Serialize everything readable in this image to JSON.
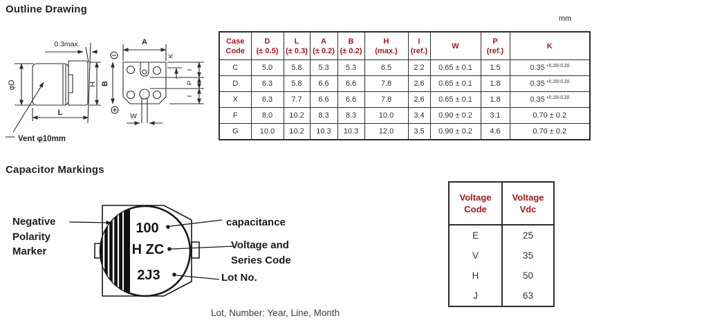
{
  "titles": {
    "outline": "Outline Drawing",
    "markings": "Capacitor Markings"
  },
  "unit_label": "mm",
  "outline_labels": {
    "gap": "0.3max.",
    "phi_d": "φD",
    "h": "H",
    "l": "L",
    "vent": "Vent φ10mm",
    "a": "A",
    "b": "B",
    "k": "K",
    "w": "W",
    "i_top": "I",
    "p": "P",
    "i_bottom": "I",
    "minus": "−",
    "plus": "+"
  },
  "dimension_table": {
    "columns": [
      {
        "line1": "Case",
        "line2": "Code"
      },
      {
        "line1": "D",
        "line2": "(± 0.5)"
      },
      {
        "line1": "L",
        "line2": "(± 0.3)"
      },
      {
        "line1": "A",
        "line2": "(± 0.2)"
      },
      {
        "line1": "B",
        "line2": "(± 0.2)"
      },
      {
        "line1": "H",
        "line2": "(max.)"
      },
      {
        "line1": "I",
        "line2": "(ref.)"
      },
      {
        "line1": "W",
        "line2": ""
      },
      {
        "line1": "P",
        "line2": "(ref.)"
      },
      {
        "line1": "K",
        "line2": ""
      }
    ],
    "rows": [
      [
        "C",
        "5.0",
        "5.8",
        "5.3",
        "5.3",
        "6.5",
        "2.2",
        "0.65 ± 0.1",
        "1.5",
        {
          "t": "0.35",
          "sup": "+0.15/-0.20"
        }
      ],
      [
        "D",
        "6.3",
        "5.8",
        "6.6",
        "6.6",
        "7.8",
        "2.6",
        "0.65 ± 0.1",
        "1.8",
        {
          "t": "0.35",
          "sup": "+0.15/-0.20"
        }
      ],
      [
        "X",
        "6.3",
        "7.7",
        "6.6",
        "6.6",
        "7.8",
        "2.6",
        "0.65 ± 0.1",
        "1.8",
        {
          "t": "0.35",
          "sup": "+0.15/-0.20"
        }
      ],
      [
        "F",
        "8.0",
        "10.2",
        "8.3",
        "8.3",
        "10.0",
        "3.4",
        "0.90 ± 0.2",
        "3.1",
        "0.70 ± 0.2"
      ],
      [
        "G",
        "10.0",
        "10.2",
        "10.3",
        "10.3",
        "12.0",
        "3.5",
        "0.90 ± 0.2",
        "4.6",
        "0.70 ± 0.2"
      ]
    ]
  },
  "markings": {
    "negative_label": [
      "Negative",
      "Polarity",
      "Marker"
    ],
    "cap_marking_lines": [
      "100",
      "H ZC",
      "2J3"
    ],
    "callout_capacitance": "capacitance",
    "callout_voltage_1": "Voltage and",
    "callout_voltage_2": "Series Code",
    "callout_lot": "Lot No.",
    "footnote": "Lot, Number:  Year, Line, Month"
  },
  "voltage_table": {
    "col1": [
      "Voltage",
      "Code"
    ],
    "col2": [
      "Voltage",
      "Vdc"
    ],
    "rows": [
      [
        "E",
        "25"
      ],
      [
        "V",
        "35"
      ],
      [
        "H",
        "50"
      ],
      [
        "J",
        "63"
      ]
    ]
  },
  "colors": {
    "accent": "#9E1B20",
    "line": "#2b2b2b",
    "text": "#2e2e2e"
  }
}
